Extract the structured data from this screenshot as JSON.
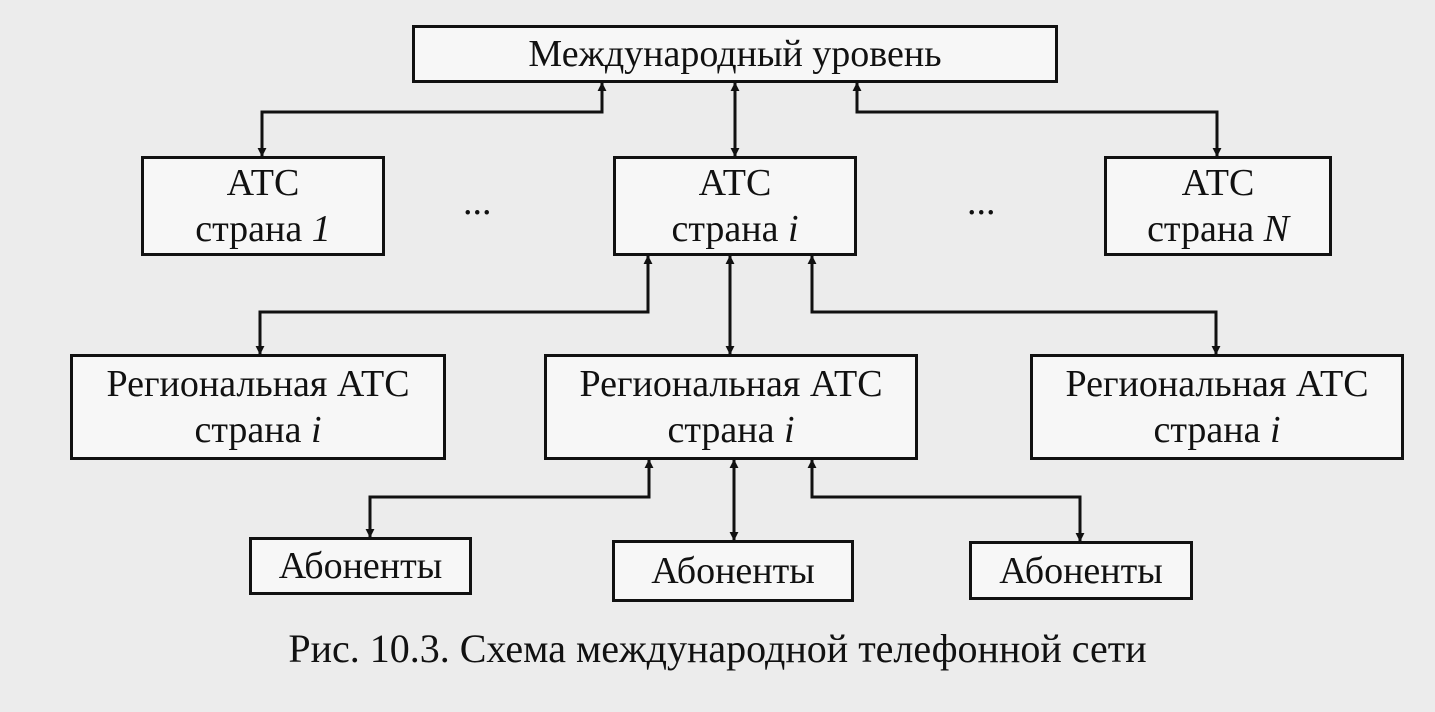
{
  "diagram": {
    "international": {
      "label": "Международный уровень"
    },
    "country_exchanges": [
      {
        "line1": "АТС",
        "line2_prefix": "страна ",
        "line2_var": "1"
      },
      {
        "line1": "АТС",
        "line2_prefix": "страна ",
        "line2_var": "i"
      },
      {
        "line1": "АТС",
        "line2_prefix": "страна ",
        "line2_var": "N"
      }
    ],
    "ellipsis": "...",
    "regional_exchanges": [
      {
        "line1": "Региональная АТС",
        "line2_prefix": "страна ",
        "line2_var": "i"
      },
      {
        "line1": "Региональная АТС",
        "line2_prefix": "страна ",
        "line2_var": "i"
      },
      {
        "line1": "Региональная АТС",
        "line2_prefix": "страна ",
        "line2_var": "i"
      }
    ],
    "subscribers": [
      {
        "label": "Абоненты"
      },
      {
        "label": "Абоненты"
      },
      {
        "label": "Абоненты"
      }
    ]
  },
  "caption": "Рис. 10.3. Схема международной телефонной сети"
}
